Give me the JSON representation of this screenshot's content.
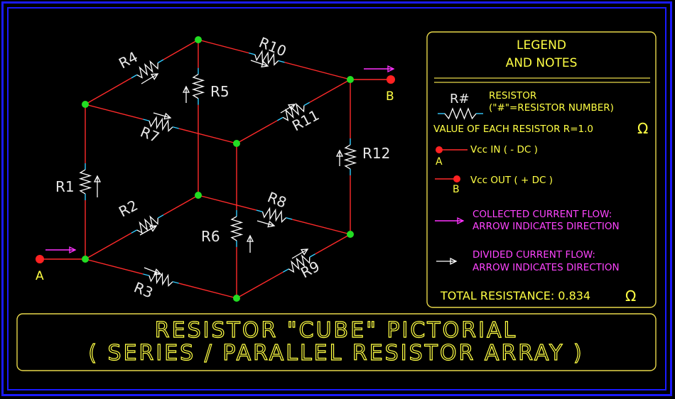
{
  "diagram": {
    "resistors": [
      "R1",
      "R2",
      "R3",
      "R4",
      "R5",
      "R6",
      "R7",
      "R8",
      "R9",
      "R10",
      "R11",
      "R12"
    ],
    "node_labels": {
      "in": "A",
      "out": "B"
    }
  },
  "legend": {
    "title_line1": "LEGEND",
    "title_line2": "AND NOTES",
    "symbol": "R#",
    "resistor_text_line1": "RESISTOR",
    "resistor_text_line2": "(\"#\"=RESISTOR NUMBER)",
    "value_text": "VALUE OF EACH RESISTOR R=1.0",
    "ohm": "Ω",
    "vcc_in": "Vcc IN ( - DC )",
    "vcc_out": "Vcc OUT ( + DC )",
    "label_a": "A",
    "label_b": "B",
    "collected_line1": "COLLECTED CURRENT FLOW:",
    "collected_line2": "ARROW INDICATES DIRECTION",
    "divided_line1": "DIVIDED CURRENT FLOW:",
    "divided_line2": "ARROW INDICATES DIRECTION",
    "total": "TOTAL RESISTANCE: 0.834",
    "total_ohm": "Ω"
  },
  "title": {
    "line1": "RESISTOR \"CUBE\" PICTORIAL",
    "line2": "( SERIES / PARALLEL RESISTOR ARRAY )"
  },
  "colors": {
    "frame": "#1a1aff",
    "panel": "#e8d84a",
    "wire": "#ff2a2a",
    "node": "#22dd22",
    "terminal": "#ff2222",
    "lead": "#33ccff",
    "text_yellow": "#ffff44",
    "magenta": "#ff33ff"
  }
}
